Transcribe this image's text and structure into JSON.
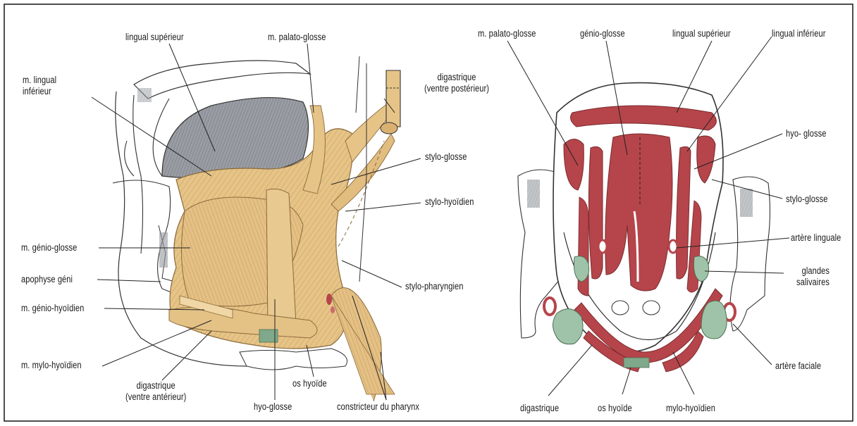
{
  "colors": {
    "muscle": "#e6c488",
    "muscle_dark": "#c9a060",
    "red_muscle": "#b5454a",
    "salivary": "#9fc3a8",
    "bone_line": "#333333",
    "frame": "#222222"
  },
  "left_figure": {
    "labels": {
      "lingual_superieur": "lingual supérieur",
      "palato_glosse": "m. palato-glosse",
      "digastrique_post": "digastrique\n(ventre postérieur)",
      "lingual_inferieur": "m. lingual\ninférieur",
      "stylo_glosse": "stylo-glosse",
      "stylo_hyoidien": "stylo-hyoïdien",
      "genio_glosse": "m. génio-glosse",
      "apophyse_geni": "apophyse géni",
      "stylo_pharyngien": "stylo-pharyngien",
      "genio_hyoidien": "m. génio-hyoïdien",
      "mylo_hyoidien": "m. mylo-hyoïdien",
      "digastrique_ant": "digastrique\n(ventre antérieur)",
      "hyo_glosse": "hyo-glosse",
      "os_hyoide": "os hyoïde",
      "constricteur": "constricteur du pharynx"
    }
  },
  "right_figure": {
    "labels": {
      "palato_glosse": "m. palato-glosse",
      "genio_glosse": "génio-glosse",
      "lingual_superieur": "lingual supérieur",
      "lingual_inferieur": "lingual inférieur",
      "hyo_glosse": "hyo- glosse",
      "stylo_glosse": "stylo-glosse",
      "artere_linguale": "artère linguale",
      "glandes_salivaires": "glandes\nsalivaires",
      "artere_faciale": "artère faciale",
      "digastrique": "digastrique",
      "os_hyoide": "os hyoïde",
      "mylo_hyoidien": "mylo-hyoïdien"
    }
  }
}
